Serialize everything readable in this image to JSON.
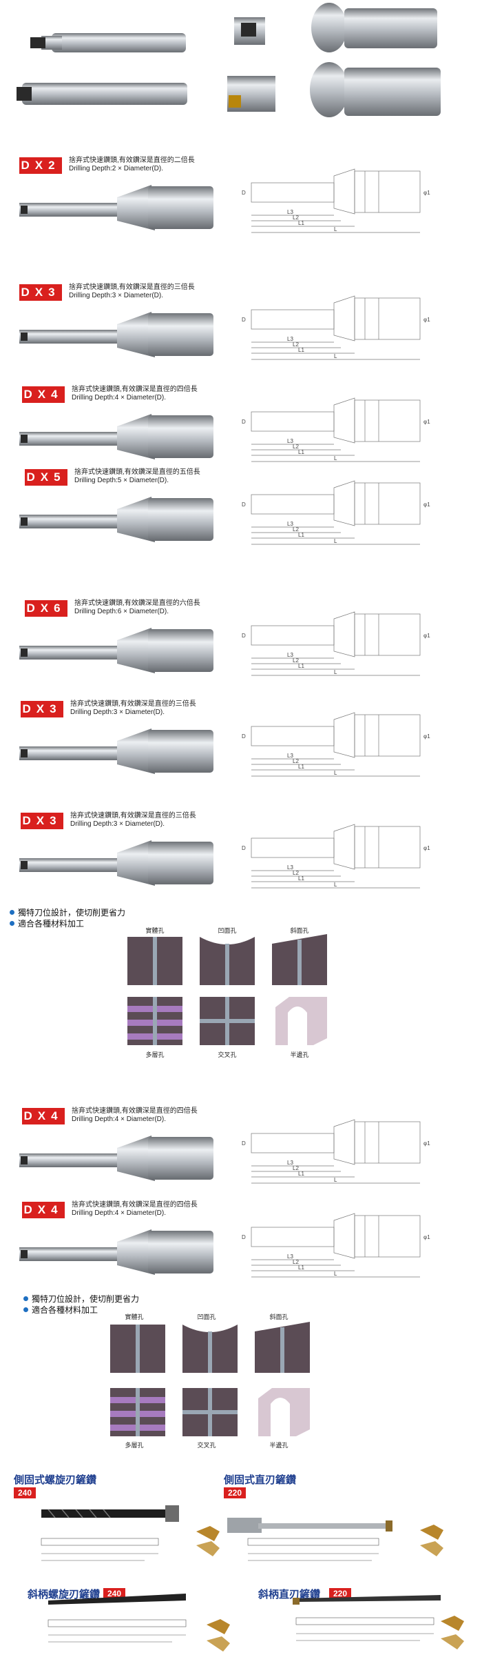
{
  "rows": [
    {
      "badge": "DX2",
      "zh": "捨弃式快速鑽頭,有效鑽深是直徑的二倍長",
      "en": "Drilling Depth:2 × Diameter(D)."
    },
    {
      "badge": "DX3",
      "zh": "捨弃式快速鑽頭,有效鑽深是直徑的三倍長",
      "en": "Drilling Depth:3 × Diameter(D)."
    },
    {
      "badge": "DX4",
      "zh": "捨弃式快速鑽頭,有效鑽深是直徑的四倍長",
      "en": "Drilling Depth:4 × Diameter(D)."
    },
    {
      "badge": "DX5",
      "zh": "捨弃式快速鑽頭,有效鑽深是直徑的五倍長",
      "en": "Drilling Depth:5 × Diameter(D)."
    },
    {
      "badge": "DX6",
      "zh": "捨弃式快速鑽頭,有效鑽深是直徑的六倍長",
      "en": "Drilling Depth:6 × Diameter(D)."
    },
    {
      "badge": "DX3",
      "zh": "捨弃式快速鑽頭,有效鑽深是直徑的三倍長",
      "en": "Drilling Depth:3 × Diameter(D)."
    },
    {
      "badge": "DX3",
      "zh": "捨弃式快速鑽頭,有效鑽深是直徑的三倍長",
      "en": "Drilling Depth:3 × Diameter(D)."
    },
    {
      "badge": "DX4",
      "zh": "捨弃式快速鑽頭,有效鑽深是直徑的四倍長",
      "en": "Drilling Depth:4 × Diameter(D)."
    },
    {
      "badge": "DX4",
      "zh": "捨弃式快速鑽頭,有效鑽深是直徑的四倍長",
      "en": "Drilling Depth:4 × Diameter(D)."
    }
  ],
  "dim_labels": {
    "d": "D",
    "l": "L",
    "l1": "L1",
    "l2": "L2",
    "l3": "L3",
    "phi": "φ1"
  },
  "features": {
    "bullet1": "獨特刀位設計，使切削更省力",
    "bullet2": "適合各種材料加工"
  },
  "holes": {
    "solid": "實體孔",
    "concave": "凹面孔",
    "slant": "斜面孔",
    "multi": "多層孔",
    "cross": "交叉孔",
    "half": "半邊孔"
  },
  "bottom": {
    "side_spiral": {
      "title": "側固式螺旋刃鏟鑽",
      "num": "240"
    },
    "side_straight": {
      "title": "側固式直刃鏟鑽",
      "num": "220"
    },
    "taper_spiral": {
      "title": "斜柄螺旋刃鏟鑽",
      "num": "240"
    },
    "taper_straight": {
      "title": "斜柄直刃鏟鑽",
      "num": "220"
    }
  },
  "colors": {
    "badge": "#d9201e",
    "title": "#1f3f8f",
    "bullet": "#1e6fc1"
  }
}
